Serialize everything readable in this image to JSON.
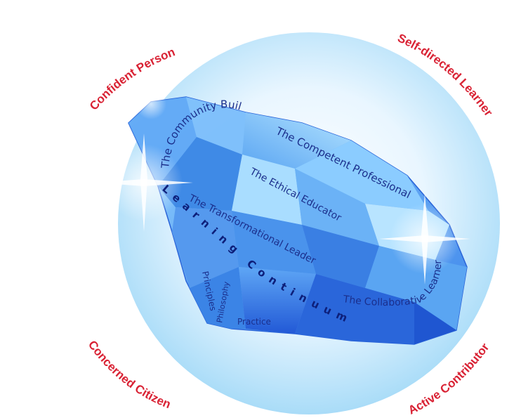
{
  "outer_labels": {
    "top_left": "Confident Person",
    "top_right": "Self-directed Learner",
    "bottom_left": "Concerned Citizen",
    "bottom_right": "Active Contributor"
  },
  "facet_labels": {
    "community_builder": "The Community Builder",
    "competent_professional": "The Competent Professional",
    "ethical_educator": "The Ethical Educator",
    "transformational_leader": "The Transformational Leader",
    "collaborative_learner": "The Collaborative Learner"
  },
  "continuum_label": "Learning Continuum",
  "base_labels": {
    "principles": "Principles",
    "philosophy": "Philosophy",
    "practice": "Practice"
  },
  "colors": {
    "outer_label": "#d92234",
    "facet_text": "#1b2f8c",
    "continuum_text": "#0d1f7a",
    "gem_light": "#9fd8ff",
    "gem_mid": "#4a9ef0",
    "gem_dark": "#1f56d1",
    "circle_center": "#ffffff",
    "circle_edge": "#a9dcf8"
  }
}
